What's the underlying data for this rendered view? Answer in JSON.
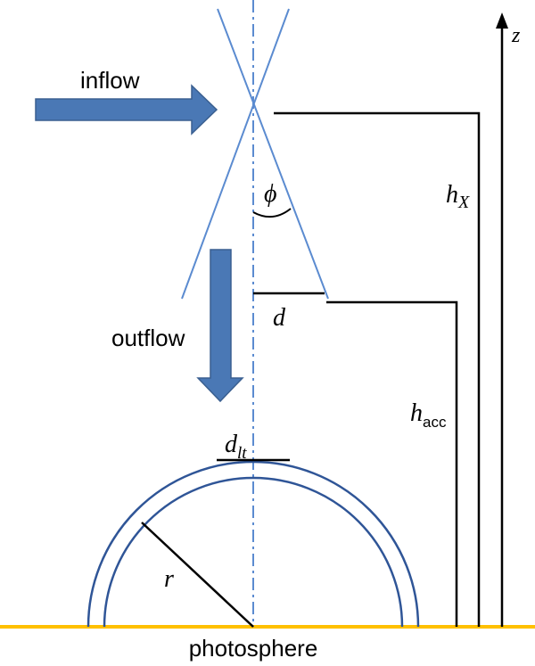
{
  "labels": {
    "inflow": "inflow",
    "outflow": "outflow",
    "phi": "ϕ",
    "d": "d",
    "d_base": "d",
    "d_sub": "lt",
    "r": "r",
    "h_base": "h",
    "h_x_sub": "X",
    "h_acc_sub": "acc",
    "z": "z",
    "photosphere": "photosphere"
  },
  "colors": {
    "arrow_fill": "#4a78b5",
    "arrow_stroke": "#3a5f90",
    "cone_lines": "#5b8bd0",
    "axis_dashdot": "#5b8bd0",
    "photosphere_line": "#ffc000",
    "lines": "#000000"
  }
}
